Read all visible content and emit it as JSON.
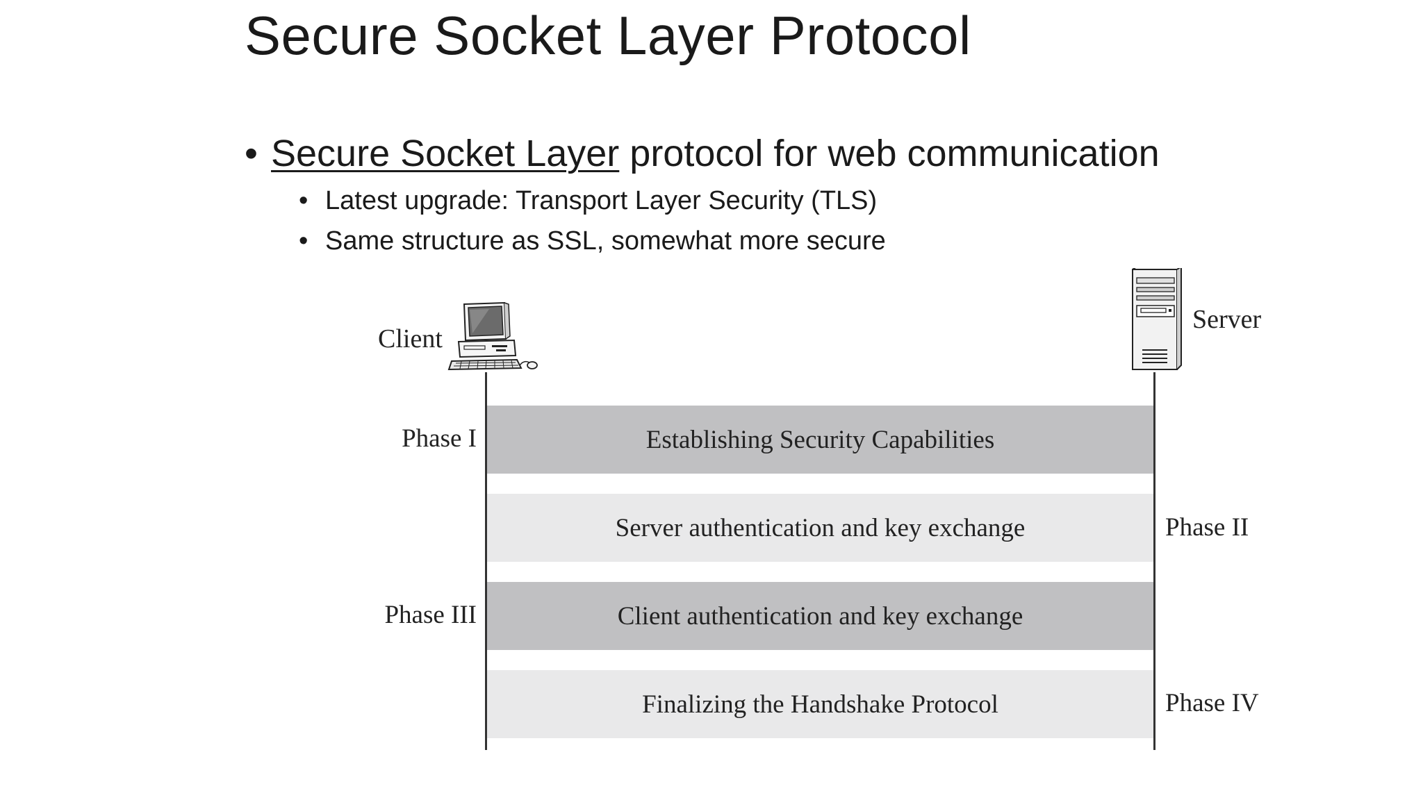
{
  "slide": {
    "title": "Secure Socket Layer Protocol",
    "bullet_main": {
      "link_text": "Secure Socket Layer",
      "rest_text": " protocol for web communication"
    },
    "sub_bullets": [
      "Latest upgrade: Transport Layer Security (TLS)",
      "Same structure as SSL, somewhat more secure"
    ],
    "bullet_glyph": "•"
  },
  "diagram": {
    "client_label": "Client",
    "server_label": "Server",
    "client_icon": "desktop-computer-icon",
    "server_icon": "server-tower-icon",
    "phases": [
      {
        "label": "Phase I",
        "description": "Establishing Security Capabilities",
        "side": "left",
        "shade": "dark"
      },
      {
        "label": "Phase II",
        "description": "Server authentication and key exchange",
        "side": "right",
        "shade": "light"
      },
      {
        "label": "Phase III",
        "description": "Client authentication and key exchange",
        "side": "left",
        "shade": "dark"
      },
      {
        "label": "Phase IV",
        "description": "Finalizing the Handshake Protocol",
        "side": "right",
        "shade": "light"
      }
    ],
    "colors": {
      "dark_band": "#c0c0c2",
      "light_band": "#e9e9ea",
      "line": "#333333"
    }
  }
}
